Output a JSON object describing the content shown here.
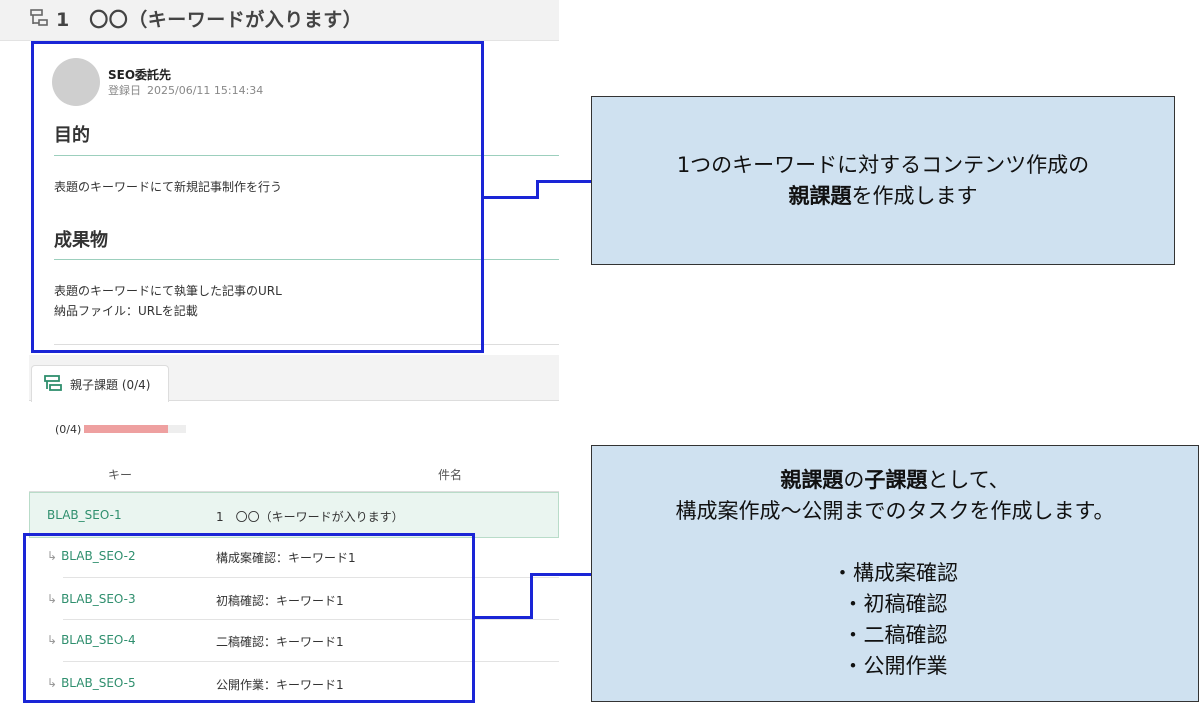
{
  "issue": {
    "title": "1　〇〇（キーワードが入ります）"
  },
  "comment": {
    "author": "SEO委託先",
    "registered_label": "登録日",
    "registered_at": "2025/06/11 15:14:34",
    "purpose_heading": "目的",
    "purpose_text": "表題のキーワードにて新規記事制作を行う",
    "deliverable_heading": "成果物",
    "deliverable_line1": "表題のキーワードにて執筆した記事のURL",
    "deliverable_line2": "納品ファイル：URLを記載"
  },
  "subtasks": {
    "tab_label": "親子課題 (0/4)",
    "progress_label": "(0/4)",
    "progress_fraction": 0.82,
    "columns": {
      "key": "キー",
      "name": "件名"
    },
    "parent": {
      "key": "BLAB_SEO-1",
      "name": "1　〇〇（キーワードが入ります）"
    },
    "children": [
      {
        "key": "BLAB_SEO-2",
        "name": "構成案確認：キーワード1"
      },
      {
        "key": "BLAB_SEO-3",
        "name": "初稿確認：キーワード1"
      },
      {
        "key": "BLAB_SEO-4",
        "name": "二稿確認：キーワード1"
      },
      {
        "key": "BLAB_SEO-5",
        "name": "公開作業：キーワード1"
      }
    ],
    "child_arrow": "↳"
  },
  "callouts": {
    "top": {
      "line1": "1つのキーワードに対するコンテンツ作成の",
      "line2_bold": "親課題",
      "line2_rest": "を作成します"
    },
    "bottom": {
      "line1_bold_a": "親課題",
      "line1_mid": "の",
      "line1_bold_b": "子課題",
      "line1_rest": "として、",
      "line2": "構成案作成〜公開までのタスクを作成します。",
      "items": [
        "・構成案確認",
        "・初稿確認",
        "・二稿確認",
        "・公開作業"
      ]
    }
  },
  "colors": {
    "highlight": "#1a25d6",
    "callout_bg": "#cfe1f0",
    "link_green": "#2f8f6e",
    "progress_fill": "#eea0a0"
  }
}
